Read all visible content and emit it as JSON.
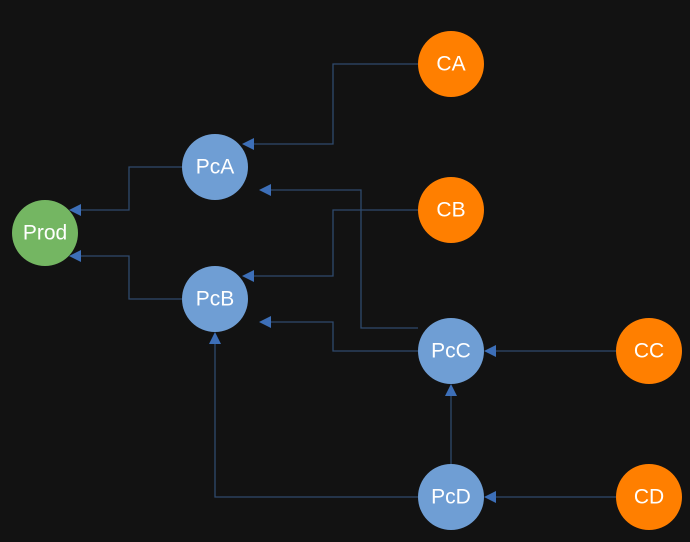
{
  "diagram": {
    "type": "dependency-graph",
    "background": "#121212",
    "colors": {
      "product": "#74b662",
      "package": "#6f9ed4",
      "component": "#ff7f00",
      "label": "#ffffff",
      "edge": "#2f4a6d",
      "arrow": "#3d6fb8"
    },
    "nodes": [
      {
        "id": "Prod",
        "label": "Prod",
        "kind": "product"
      },
      {
        "id": "PcA",
        "label": "PcA",
        "kind": "package"
      },
      {
        "id": "PcB",
        "label": "PcB",
        "kind": "package"
      },
      {
        "id": "PcC",
        "label": "PcC",
        "kind": "package"
      },
      {
        "id": "PcD",
        "label": "PcD",
        "kind": "package"
      },
      {
        "id": "CA",
        "label": "CA",
        "kind": "component"
      },
      {
        "id": "CB",
        "label": "CB",
        "kind": "component"
      },
      {
        "id": "CC",
        "label": "CC",
        "kind": "component"
      },
      {
        "id": "CD",
        "label": "CD",
        "kind": "component"
      }
    ],
    "edges": [
      {
        "from": "PcA",
        "to": "Prod"
      },
      {
        "from": "PcB",
        "to": "Prod"
      },
      {
        "from": "CA",
        "to": "PcA"
      },
      {
        "from": "PcC",
        "to": "PcA"
      },
      {
        "from": "CB",
        "to": "PcB"
      },
      {
        "from": "PcC",
        "to": "PcB"
      },
      {
        "from": "PcD",
        "to": "PcB"
      },
      {
        "from": "CC",
        "to": "PcC"
      },
      {
        "from": "PcD",
        "to": "PcC"
      },
      {
        "from": "CD",
        "to": "PcD"
      }
    ]
  }
}
